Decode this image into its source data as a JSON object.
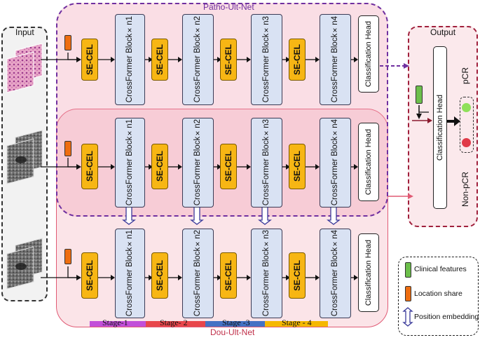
{
  "input": {
    "title": "Input"
  },
  "output": {
    "title": "Output",
    "head": "Classification Head",
    "pcr": "pCR",
    "nonpcr": "Non-pCR"
  },
  "patho": {
    "title": "Patho-Ult-Net"
  },
  "dou": {
    "title": "Dou-Ult-Net"
  },
  "blocks": {
    "secel": "SE-CEL",
    "cf": [
      "CrossFormer Block×n1",
      "CrossFormer Block×n2",
      "CrossFormer Block×n3",
      "CrossFormer Block×n4"
    ],
    "head": "Classification Head"
  },
  "stages": [
    "Stage-1",
    "Stage- 2",
    "Stage -3",
    "Stage - 4"
  ],
  "legend": {
    "clinical": "Clinical features",
    "location": "Location share",
    "position": "Position embedding"
  },
  "colors": {
    "secel": "#f7b614",
    "crossformer": "#d9e2f3",
    "patho_border": "#7030a0",
    "dou_border": "#e05a74",
    "dou_fill": "#fbe4e8",
    "output_border": "#a0203c",
    "clinical": "#6cbf4b",
    "location": "#ee6d10",
    "stage1": "#c24fd9",
    "stage2": "#e8464b",
    "stage3": "#4472c4",
    "stage4": "#f5b800"
  }
}
